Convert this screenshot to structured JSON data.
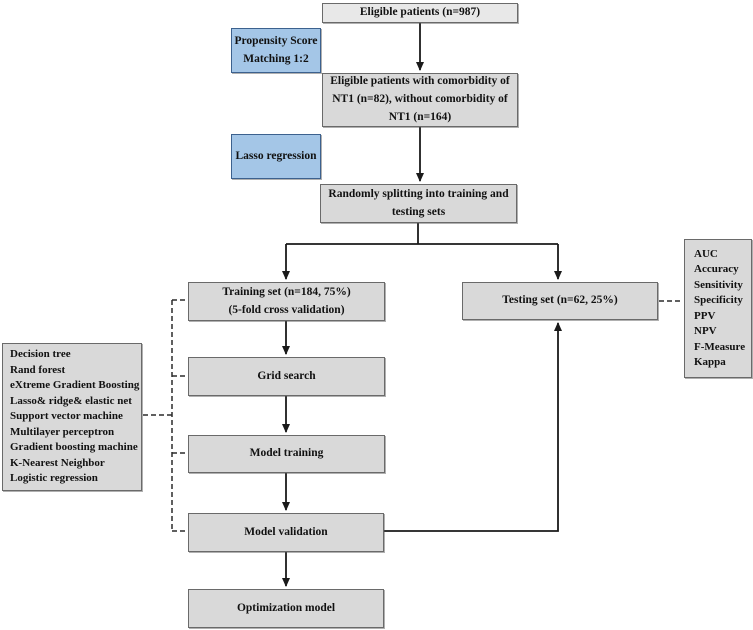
{
  "colors": {
    "box_fill": "#d9d9d9",
    "box_fill_light": "#e8e8e8",
    "box_border": "#6a6a6a",
    "blue_fill": "#a4c6e7",
    "blue_border": "#3c618e",
    "line_color": "#1a1a1a"
  },
  "boxes": {
    "eligible": {
      "label": "Eligible patients (n=987)"
    },
    "psm": {
      "lines": [
        "Propensity Score",
        "Matching 1:2"
      ]
    },
    "comorbidity": {
      "lines": [
        "Eligible patients with comorbidity of",
        "NT1 (n=82), without comorbidity of",
        "NT1 (n=164)"
      ]
    },
    "lasso": {
      "label": "Lasso regression"
    },
    "split": {
      "lines": [
        "Randomly splitting into training and",
        "testing sets"
      ]
    },
    "training": {
      "lines": [
        "Training set (n=184, 75%)",
        "(5-fold cross validation)"
      ]
    },
    "testing": {
      "label": "Testing set (n=62, 25%)"
    },
    "grid_search": {
      "label": "Grid search"
    },
    "model_training": {
      "label": "Model training"
    },
    "model_validation": {
      "label": "Model validation"
    },
    "optimization": {
      "label": "Optimization model"
    },
    "models": {
      "items": [
        "Decision tree",
        "Rand forest",
        "eXtreme Gradient Boosting",
        "Lasso& ridge& elastic net",
        "Support vector machine",
        "Multilayer perceptron",
        "Gradient boosting machine",
        "K-Nearest Neighbor",
        "Logistic regression"
      ]
    },
    "metrics": {
      "items": [
        "AUC",
        "Accuracy",
        "Sensitivity",
        "Specificity",
        "PPV",
        "NPV",
        "F-Measure",
        "Kappa"
      ]
    }
  }
}
